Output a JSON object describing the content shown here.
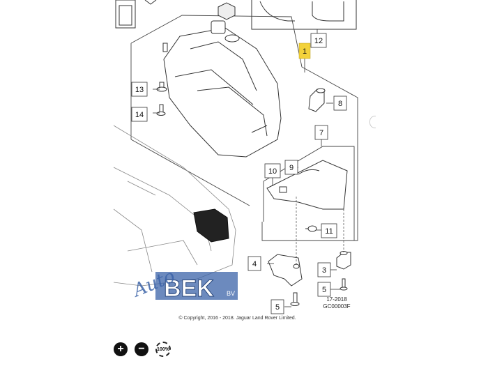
{
  "diagram": {
    "callouts": [
      {
        "id": "c1",
        "label": "1"
      },
      {
        "id": "c12",
        "label": "12"
      },
      {
        "id": "c13",
        "label": "13"
      },
      {
        "id": "c14",
        "label": "14"
      },
      {
        "id": "c8",
        "label": "8"
      },
      {
        "id": "c7",
        "label": "7"
      },
      {
        "id": "c9",
        "label": "9"
      },
      {
        "id": "c10",
        "label": "10"
      },
      {
        "id": "c11",
        "label": "11"
      },
      {
        "id": "c4",
        "label": "4"
      },
      {
        "id": "c5a",
        "label": "5"
      },
      {
        "id": "c3",
        "label": "3"
      },
      {
        "id": "c5b",
        "label": "5"
      }
    ],
    "drawing_date": "17-2018",
    "drawing_code": "GC00003F",
    "copyright": "© Copyright, 2016 - 2018. Jaguar Land Rover Limited."
  },
  "watermark": {
    "script_text": "Auto",
    "brand": "BEK",
    "suffix": "BV"
  },
  "toolbar": {
    "zoom_in": "+",
    "zoom_out": "−",
    "reset_zoom": "100%"
  },
  "colors": {
    "highlight": "#f3d23a",
    "watermark_blue": "#3b63a8"
  }
}
